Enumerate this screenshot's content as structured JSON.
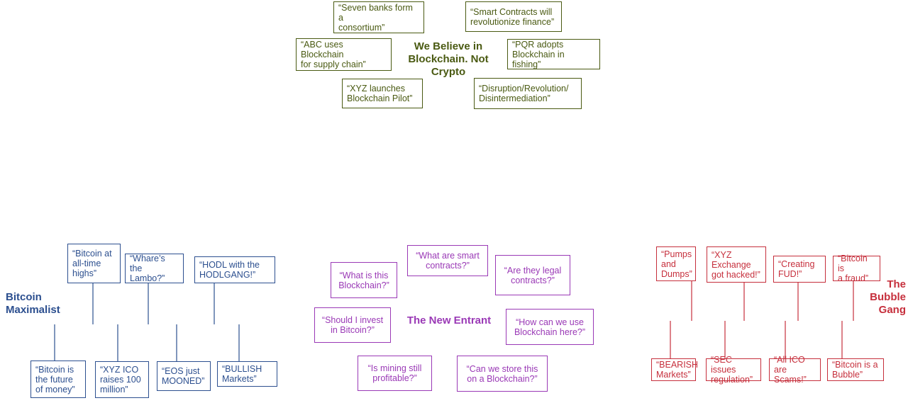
{
  "colors": {
    "green": "#4a5a12",
    "blue": "#2c4f8f",
    "purple": "#9a39b6",
    "red": "#c62f3c"
  },
  "blockchain": {
    "title": "We Believe in\nBlockchain. Not\nCrypto",
    "quotes": [
      "“Seven banks form a\nconsortium”",
      "“Smart Contracts will\nrevolutionize finance”",
      "“ABC uses Blockchain\nfor supply chain”",
      "“PQR adopts\nBlockchain in fishing”",
      "“XYZ launches\nBlockchain Pilot”",
      "“Disruption/Revolution/\nDisintermediation”"
    ]
  },
  "maximalist": {
    "title": "Bitcoin\nMaximalist",
    "top_quotes": [
      "“Bitcoin at\nall-time\nhighs”",
      "“Whare’s the\nLambo?”",
      "“HODL with the\nHODLGANG!”"
    ],
    "bottom_quotes": [
      "“Bitcoin is\nthe future\nof money”",
      "“XYZ ICO\nraises 100\nmillion”",
      "“EOS just\nMOONED”",
      "“BULLISH\nMarkets”"
    ]
  },
  "entrant": {
    "title": "The New Entrant",
    "quotes": [
      "“What are smart\ncontracts?”",
      "“What is this\nBlockchain?”",
      "“Are they legal\ncontracts?”",
      "“Should I invest\nin Bitcoin?”",
      "“How can we use\nBlockchain here?”",
      "“Is mining still\nprofitable?”",
      "“Can we store this\non a Blockchain?”"
    ]
  },
  "bubble": {
    "title": "The\nBubble\nGang",
    "top_quotes": [
      "“Pumps\nand\nDumps”",
      "“XYZ\nExchange\ngot hacked!”",
      "“Creating\nFUD!”",
      "“Bitcoin is\na fraud”"
    ],
    "bottom_quotes": [
      "“BEARISH\nMarkets”",
      "“SEC issues\nregulation”",
      "“All ICO are\nScams!”",
      "“Bitcoin is a\nBubble”"
    ]
  }
}
